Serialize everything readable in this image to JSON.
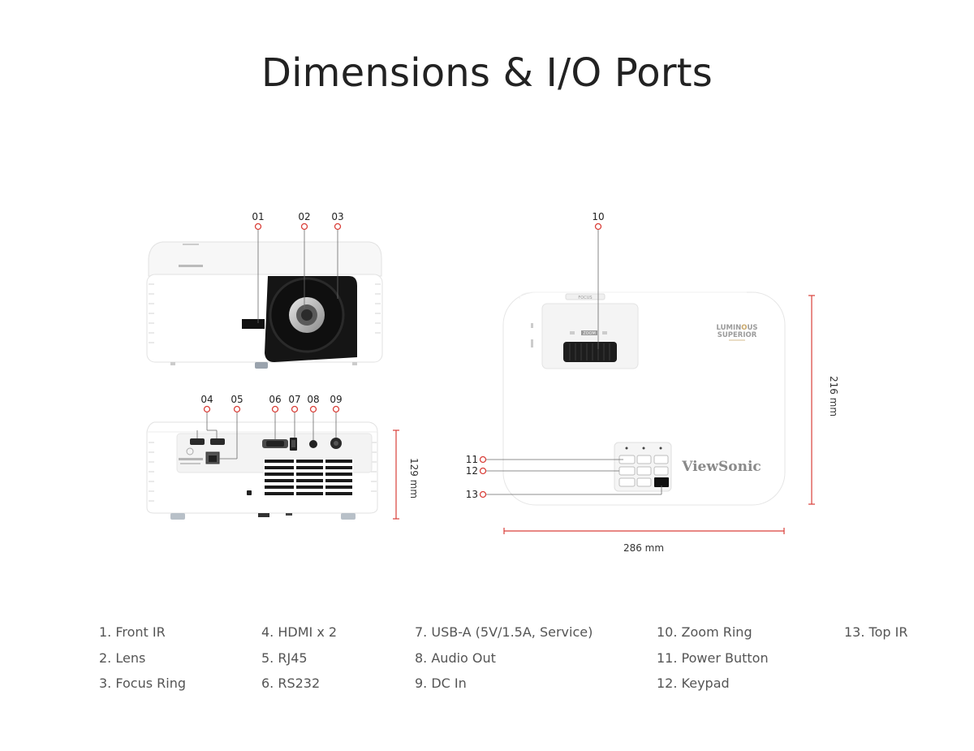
{
  "title": "Dimensions & I/O Ports",
  "callouts": {
    "c01": "01",
    "c02": "02",
    "c03": "03",
    "c04": "04",
    "c05": "05",
    "c06": "06",
    "c07": "07",
    "c08": "08",
    "c09": "09",
    "c10": "10",
    "c11": "11",
    "c12": "12",
    "c13": "13"
  },
  "dimensions": {
    "height": "129 mm",
    "depth": "216 mm",
    "width": "286 mm"
  },
  "branding": {
    "brand": "ViewSonic",
    "badge_line1": "LUMIN",
    "badge_o": "O",
    "badge_line1_end": "US",
    "badge_line2": "SUPERIOR",
    "zoom_tag": "ZOOM",
    "focus_tag": "FOCUS"
  },
  "colors": {
    "accent": "#d9403a",
    "body": "#ffffff",
    "lens": "#1a1a1a"
  },
  "legend": {
    "col1": [
      "1. Front IR",
      "2. Lens",
      "3. Focus Ring"
    ],
    "col2": [
      "4. HDMI x 2",
      "5. RJ45",
      "6. RS232"
    ],
    "col3": [
      "7. USB-A (5V/1.5A, Service)",
      "8. Audio Out",
      "9. DC In"
    ],
    "col4": [
      "10. Zoom Ring",
      "11. Power Button",
      "12. Keypad"
    ],
    "col5": [
      "13. Top IR"
    ]
  }
}
